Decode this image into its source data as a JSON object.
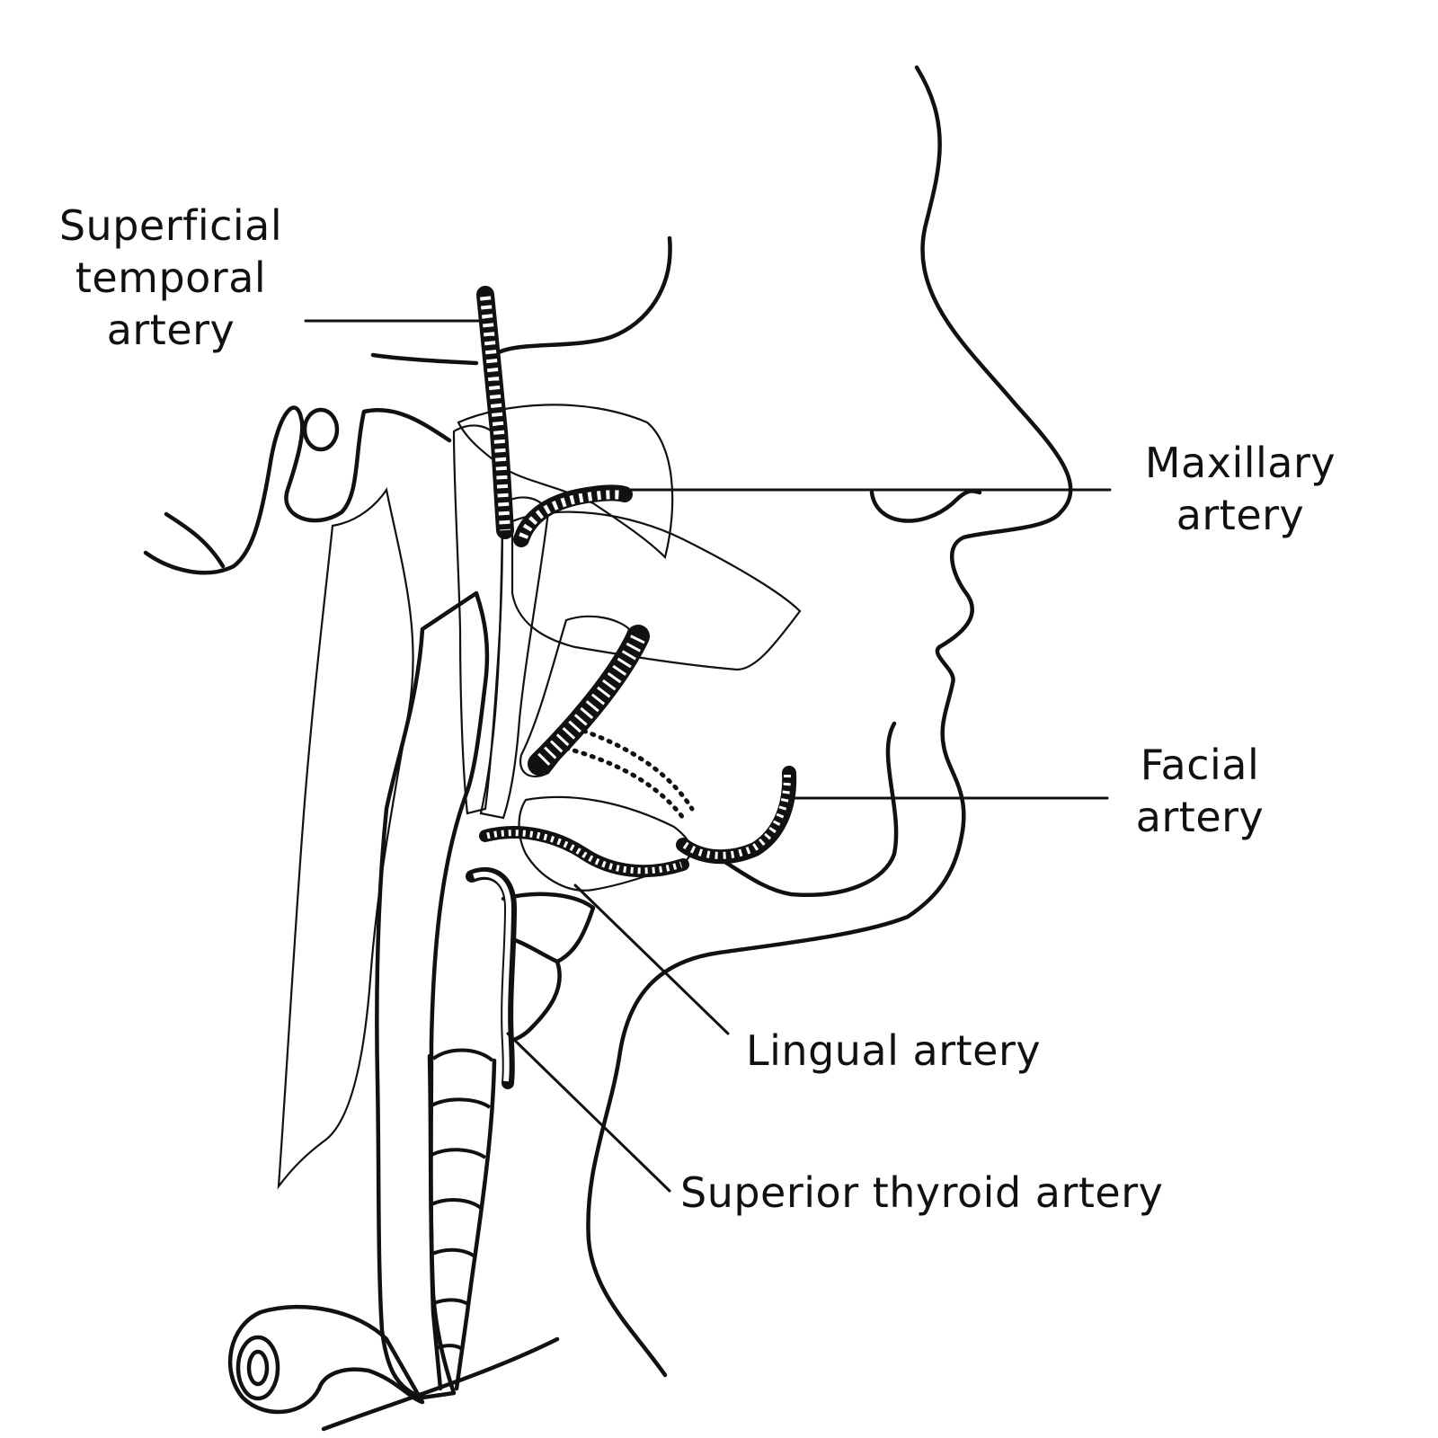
{
  "labels": {
    "superficial_temporal": [
      "Superficial",
      "temporal",
      "artery"
    ],
    "maxillary": [
      "Maxillary",
      "artery"
    ],
    "facial": [
      "Facial",
      "artery"
    ],
    "lingual": "Lingual artery",
    "superior_thyroid": "Superior thyroid artery"
  },
  "colors": {
    "ink": "#111111",
    "background": "#ffffff"
  }
}
